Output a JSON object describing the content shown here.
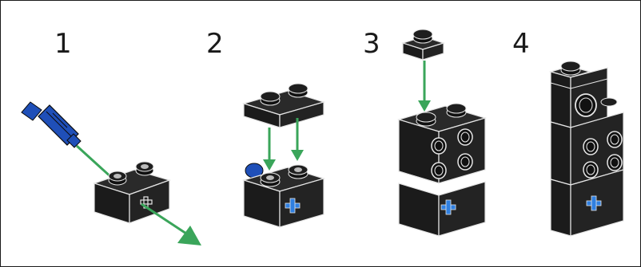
{
  "steps": [
    {
      "number": "1"
    },
    {
      "number": "2"
    },
    {
      "number": "3"
    },
    {
      "number": "4"
    }
  ],
  "colors": {
    "brick": "#1b1b1b",
    "brick_top": "#2a2a2a",
    "edge": "#e6e6e6",
    "arrow": "#3aa55a",
    "pin_blue": "#1f4fb8",
    "cross_blue": "#2f7fe0"
  },
  "icons": [
    "axle-pin-icon",
    "brick-1x2-icon",
    "plate-1x2-icon",
    "plate-1x1-icon",
    "technic-brick-icon",
    "arrow-icon"
  ]
}
